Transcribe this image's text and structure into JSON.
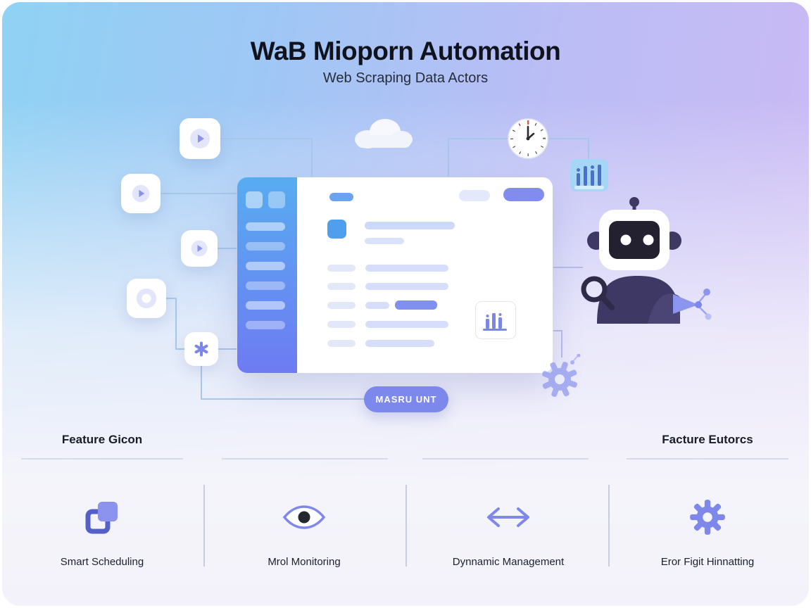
{
  "colors": {
    "accent": "#7C88EC",
    "gradient_left": "#8FD2F4",
    "gradient_right": "#CDB9F4",
    "robot_dark": "#3E3964",
    "connector_blue": "#A7C7E8"
  },
  "header": {
    "title": "WaB Mioporn Automation",
    "subtitle": "Web Scraping Data Actors"
  },
  "illustration": {
    "pill_label": "MASRU UNT",
    "flow_node_icons": [
      "play-icon",
      "play-icon",
      "play-icon",
      "ring-icon",
      "asterisk-icon"
    ],
    "decor_icons": [
      "cloud-icon",
      "clock-icon",
      "bar-chart-icon",
      "robot-illustration",
      "magnifier-icon",
      "gear-decor-icon"
    ]
  },
  "features": {
    "left_label": "Feature Gicon",
    "right_label": "Facture Eutorcs",
    "items": [
      {
        "icon": "layers-icon",
        "label": "Smart Scheduling"
      },
      {
        "icon": "eye-icon",
        "label": "Mrol Monitoring"
      },
      {
        "icon": "double-arrow-icon",
        "label": "Dynnamic Management"
      },
      {
        "icon": "gear-icon",
        "label": "Eror Figit Hinnatting"
      }
    ]
  }
}
